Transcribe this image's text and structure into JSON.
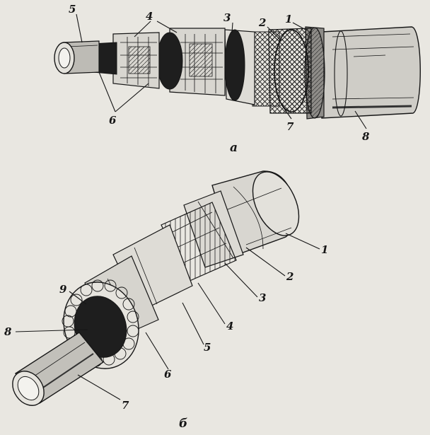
{
  "figure_a": {
    "caption": "а",
    "labels": [
      "1",
      "2",
      "3",
      "4",
      "5",
      "6",
      "7",
      "8"
    ]
  },
  "figure_b": {
    "caption": "б",
    "labels": [
      "1",
      "2",
      "3",
      "4",
      "5",
      "6",
      "7",
      "8",
      "9"
    ]
  },
  "colors": {
    "paper": "#e9e7e1",
    "ink": "#161616",
    "dark_layer": "#1e1e1e",
    "mid_gray": "#9a9894",
    "light_gray": "#d4d2cc"
  }
}
